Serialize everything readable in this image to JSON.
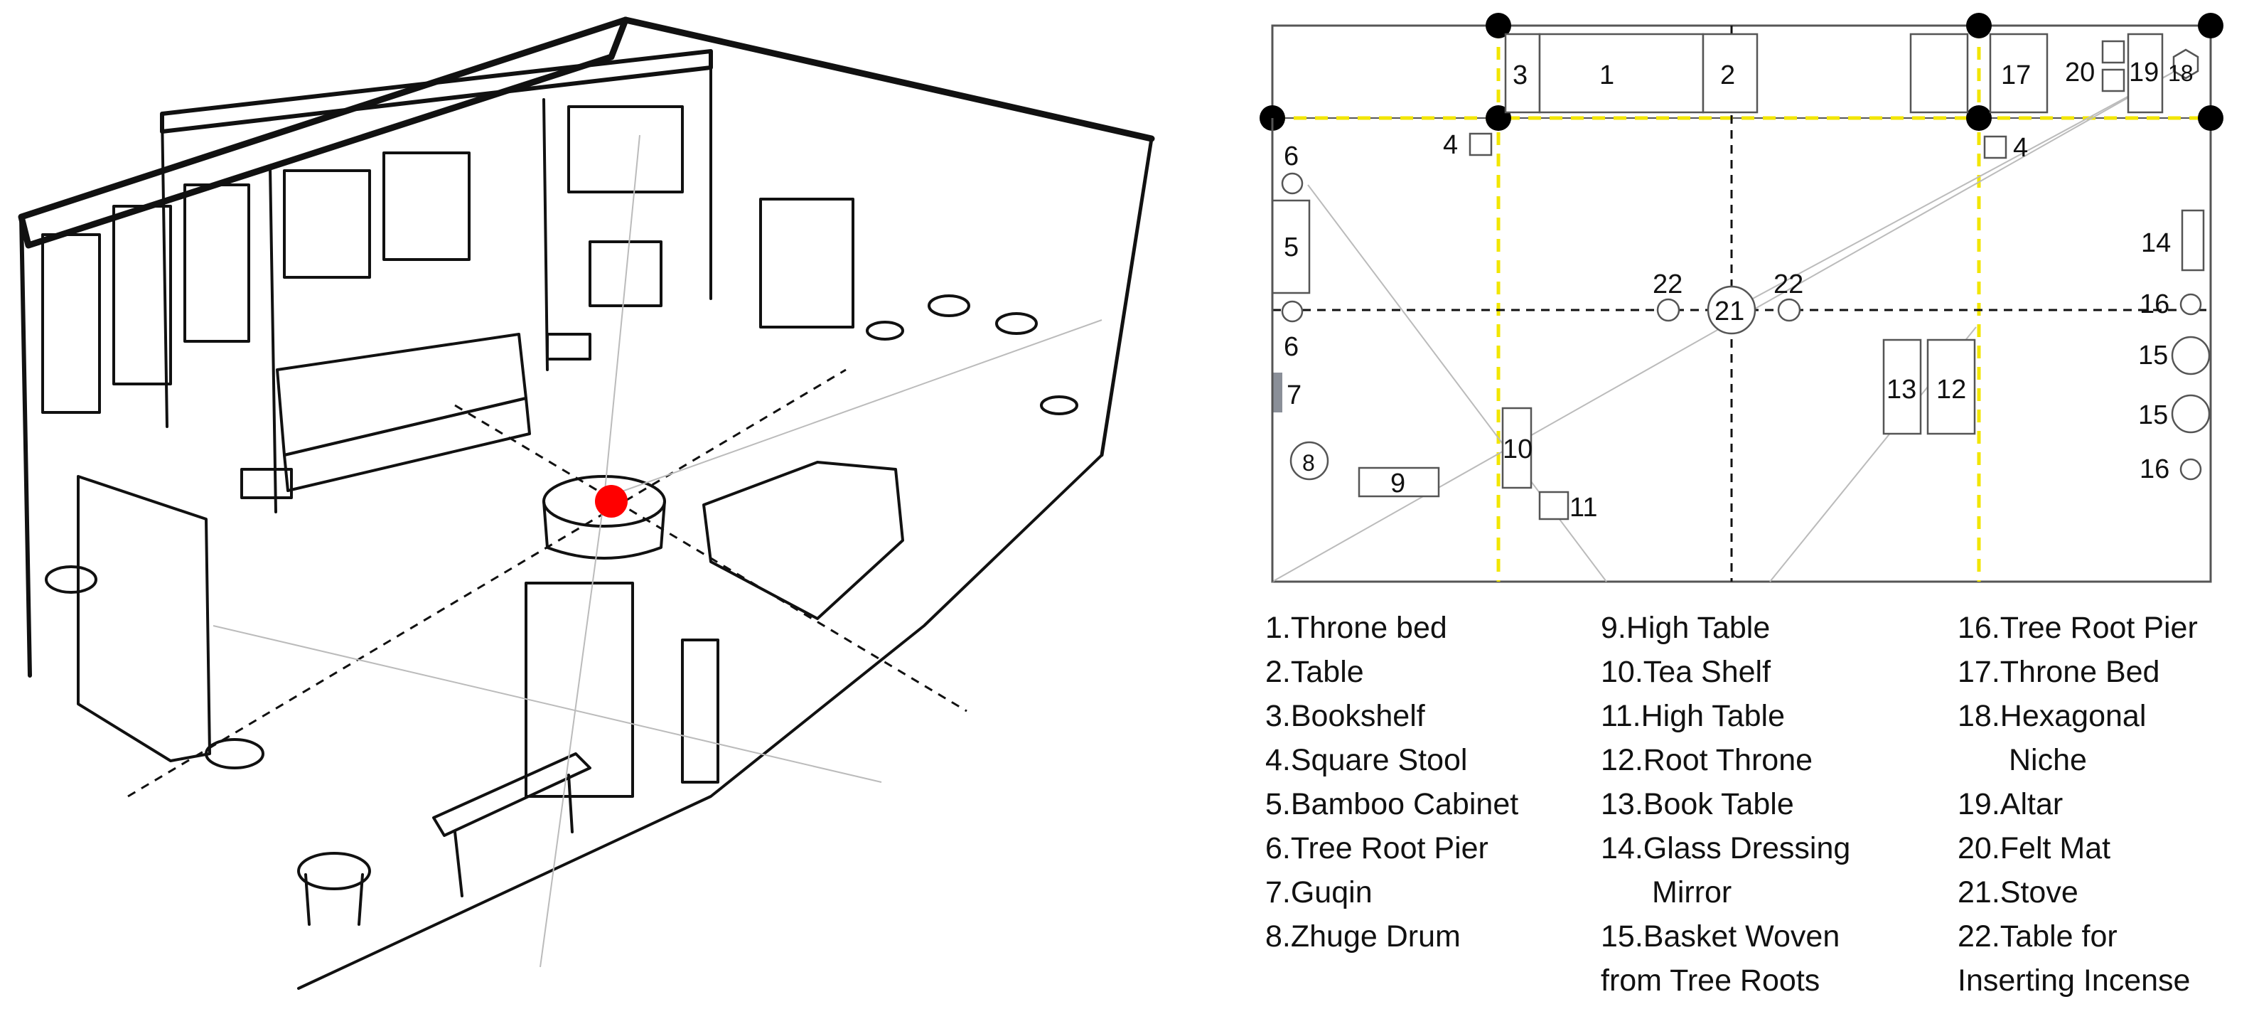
{
  "plan": {
    "labels": {
      "n1": "1",
      "n2": "2",
      "n3": "3",
      "n4a": "4",
      "n4b": "4",
      "n5": "5",
      "n6a": "6",
      "n6b": "6",
      "n7": "7",
      "n8": "8",
      "n9": "9",
      "n10": "10",
      "n11": "11",
      "n12": "12",
      "n13": "13",
      "n14": "14",
      "n15a": "15",
      "n15b": "15",
      "n16a": "16",
      "n16b": "16",
      "n17": "17",
      "n18": "18",
      "n19": "19",
      "n20": "20",
      "n21": "21",
      "n22a": "22",
      "n22b": "22"
    }
  },
  "legend": {
    "col1": [
      "1.Throne bed",
      "2.Table",
      "3.Bookshelf",
      "4.Square Stool",
      "5.Bamboo Cabinet",
      "6.Tree Root Pier",
      "7.Guqin",
      "8.Zhuge Drum"
    ],
    "col2": [
      "9.High Table",
      "10.Tea Shelf",
      "11.High Table",
      "12.Root Throne",
      "13.Book Table",
      "14.Glass Dressing",
      "Mirror",
      "15.Basket Woven",
      "from Tree Roots"
    ],
    "col3": [
      "16.Tree Root Pier",
      "17.Throne Bed",
      "18.Hexagonal",
      "Niche",
      "19.Altar",
      "20.Felt Mat",
      "21.Stove",
      "22.Table for",
      "Inserting Incense"
    ]
  },
  "colors": {
    "marker": "#ff0000",
    "grid_yellow": "#f2e600",
    "ink": "#111111"
  }
}
